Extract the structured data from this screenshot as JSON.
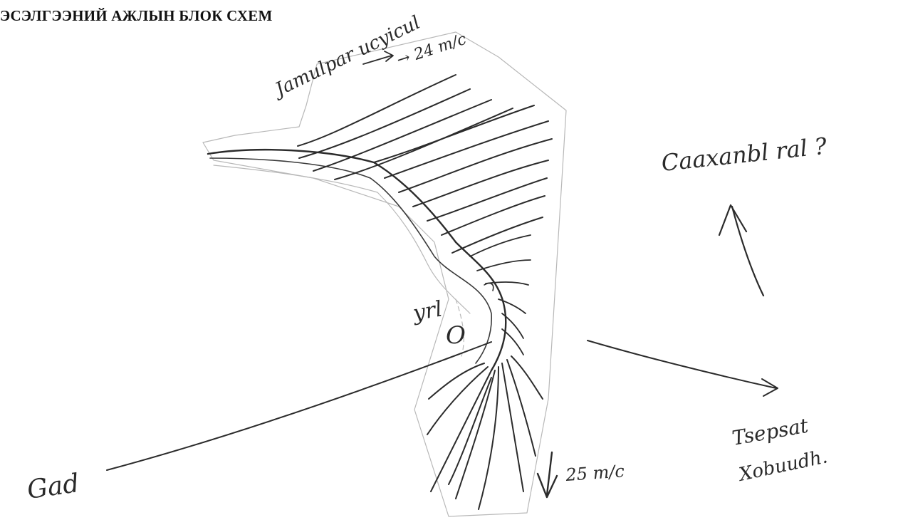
{
  "title": "ЭСЭЛГЭЭНИЙ АЖЛЫН БЛОК СХЕМ",
  "annotations": {
    "top_label_line1": "Jamulpar ucyicul",
    "top_label_line2": "→ 24 m/c",
    "right_label": "Caaxanbl ral ?",
    "center_label": "yrl",
    "center_symbol": "O",
    "bottom_speed": "25 m/c",
    "bottom_right_line1": "Tsepsat",
    "bottom_right_line2": "Xobuudh.",
    "bottom_left_label": "Gad"
  },
  "colors": {
    "ink": "#2b2b2b",
    "paper": "#ffffff",
    "stipple": "#b8b8b8"
  }
}
